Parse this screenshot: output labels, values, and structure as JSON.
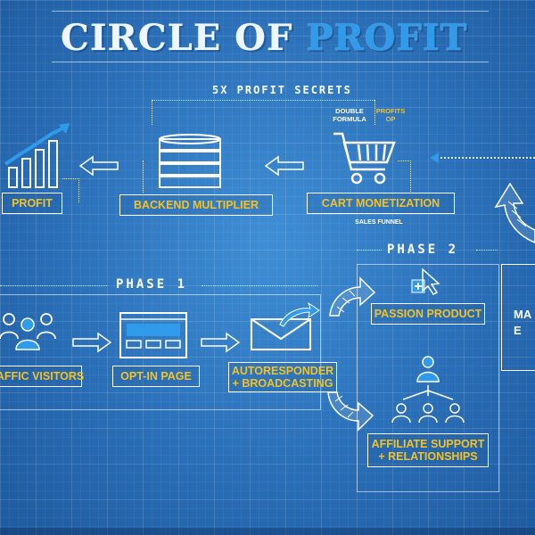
{
  "title": {
    "part1": "CIRCLE OF ",
    "part2": "PROFIT"
  },
  "secrets_heading": "5X PROFIT SECRETS",
  "secret_labels": {
    "double_formula": "DOUBLE\nFORMULA",
    "profits_op": "PROFITS\nOP"
  },
  "boxes": {
    "profit": "PROFIT",
    "backend_multiplier": "BACKEND MULTIPLIER",
    "cart_monetization": "CART MONETIZATION",
    "traffic_visitors": "AFFIC VISITORS",
    "optin_page": "OPT-IN PAGE",
    "autoresponder": "AUTORESPONDER\n+ BROADCASTING",
    "passion_product": "PASSION PRODUCT",
    "affiliate_support": "AFFILIATE SUPPORT\n+ RELATIONSHIPS",
    "right_partial": "MA\nE"
  },
  "sales_funnel": "SALES FUNNEL",
  "phase1": "PHASE 1",
  "phase2": "PHASE 2",
  "colors": {
    "accent_yellow": "#f4c223",
    "background": "#2a6fb8",
    "line": "#ffffff",
    "highlight_blue": "#2f9bea"
  },
  "icons": [
    "bar-chart-icon",
    "database-icon",
    "shopping-cart-icon",
    "people-icon",
    "webpage-icon",
    "envelope-icon",
    "cursor-plus-icon",
    "org-chart-icon",
    "curved-arrow-icon",
    "double-arrow-icon"
  ]
}
